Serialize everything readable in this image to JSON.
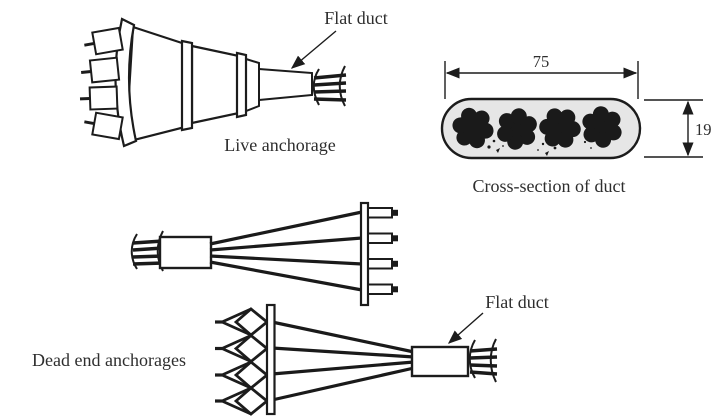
{
  "figure": {
    "labels": {
      "flat_duct_top": "Flat duct",
      "flat_duct_bottom": "Flat duct",
      "live_anchorage": "Live anchorage",
      "cross_section_of_duct": "Cross-section of duct",
      "dead_end_anchorages": "Dead end anchorages"
    },
    "dimensions": {
      "duct_width": "75",
      "duct_height": "19"
    },
    "cross_section": {
      "strand_cluster_count": 4,
      "wires_per_strand": 7
    },
    "colors": {
      "line": "#1c1c1c",
      "text": "#2e2e2e",
      "duct_fill": "#e6e6e6",
      "strand": "#1a1a1a",
      "bg": "#ffffff"
    }
  }
}
